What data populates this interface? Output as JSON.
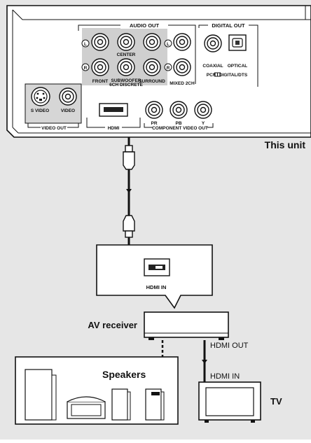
{
  "panel": {
    "audio_out": "AUDIO OUT",
    "digital_out": "DIGITAL OUT",
    "center": "CENTER",
    "front": "FRONT",
    "subwoofer_line1": "SUBWOOFER",
    "subwoofer_line2": "6CH DISCRETE",
    "surround": "SURROUND",
    "mixed_2ch": "MIXED 2CH",
    "coaxial": "COAXIAL",
    "optical": "OPTICAL",
    "digital_formats": "PCM/ DIGITAL/DTS",
    "s_video": "S VIDEO",
    "video": "VIDEO",
    "video_out": "VIDEO OUT",
    "hdmi": "HDMI",
    "pr": "PR",
    "pb": "PB",
    "y": "Y",
    "component_video_out": "COMPONENT VIDEO OUT",
    "left_marker": "L",
    "right_marker": "R"
  },
  "labels": {
    "this_unit": "This unit",
    "hdmi_in_receiver": "HDMI IN",
    "av_receiver": "AV receiver",
    "hdmi_out": "HDMI OUT",
    "hdmi_in_tv": "HDMI IN",
    "speakers": "Speakers",
    "tv": "TV"
  }
}
